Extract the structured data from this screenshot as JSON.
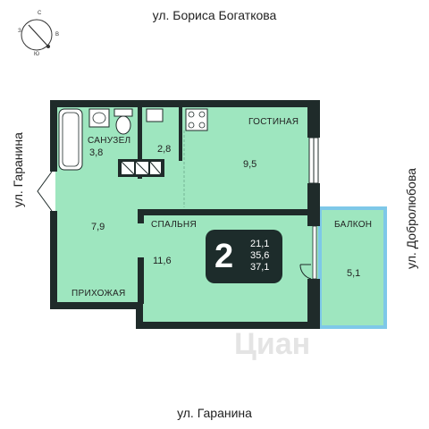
{
  "streets": {
    "top": "ул. Бориса Богаткова",
    "bottom": "ул. Гаранина",
    "left": "ул. Гаранина",
    "right": "ул. Добролюбова"
  },
  "compass": {
    "n": "С",
    "s": "Ю",
    "w": "З",
    "e": "В"
  },
  "rooms": {
    "bathroom": {
      "label": "САНУЗЕЛ",
      "area": "3,8"
    },
    "wc": {
      "area": "2,8"
    },
    "living": {
      "label": "ГОСТИНАЯ",
      "area": "9,5"
    },
    "hall_area": "7,9",
    "hall_label": "ПРИХОЖАЯ",
    "bedroom": {
      "label": "СПАЛЬНЯ",
      "area": "11,6"
    },
    "balcony": {
      "label": "БАЛКОН",
      "area": "5,1"
    }
  },
  "badge": {
    "rooms": "2",
    "living_area": "21,1",
    "total_area": "35,6",
    "total_with_balcony": "37,1"
  },
  "watermark": "Циан",
  "colors": {
    "floor": "#9ee6bf",
    "wall": "#1f2b2a",
    "balcony_frame": "#7ec8e8",
    "badge": "#1d2c2b"
  }
}
